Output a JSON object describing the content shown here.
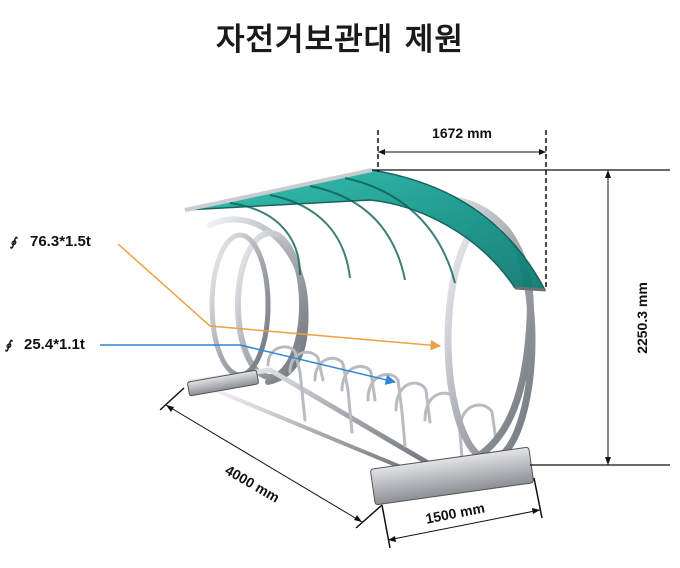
{
  "title": "자전거보관대 제원",
  "dimensions": {
    "roof_width": "1672 mm",
    "height": "2250.3 mm",
    "length": "4000 mm",
    "depth": "1500 mm"
  },
  "specs": {
    "pipe_large": "76.3*1.5t",
    "pipe_small": "25.4*1.1t",
    "diameter_symbol": "∮"
  },
  "colors": {
    "roof": "#1fa79a",
    "frame": "#c9ccd0",
    "leader_orange": "#f0a040",
    "leader_blue": "#2f86d6"
  }
}
